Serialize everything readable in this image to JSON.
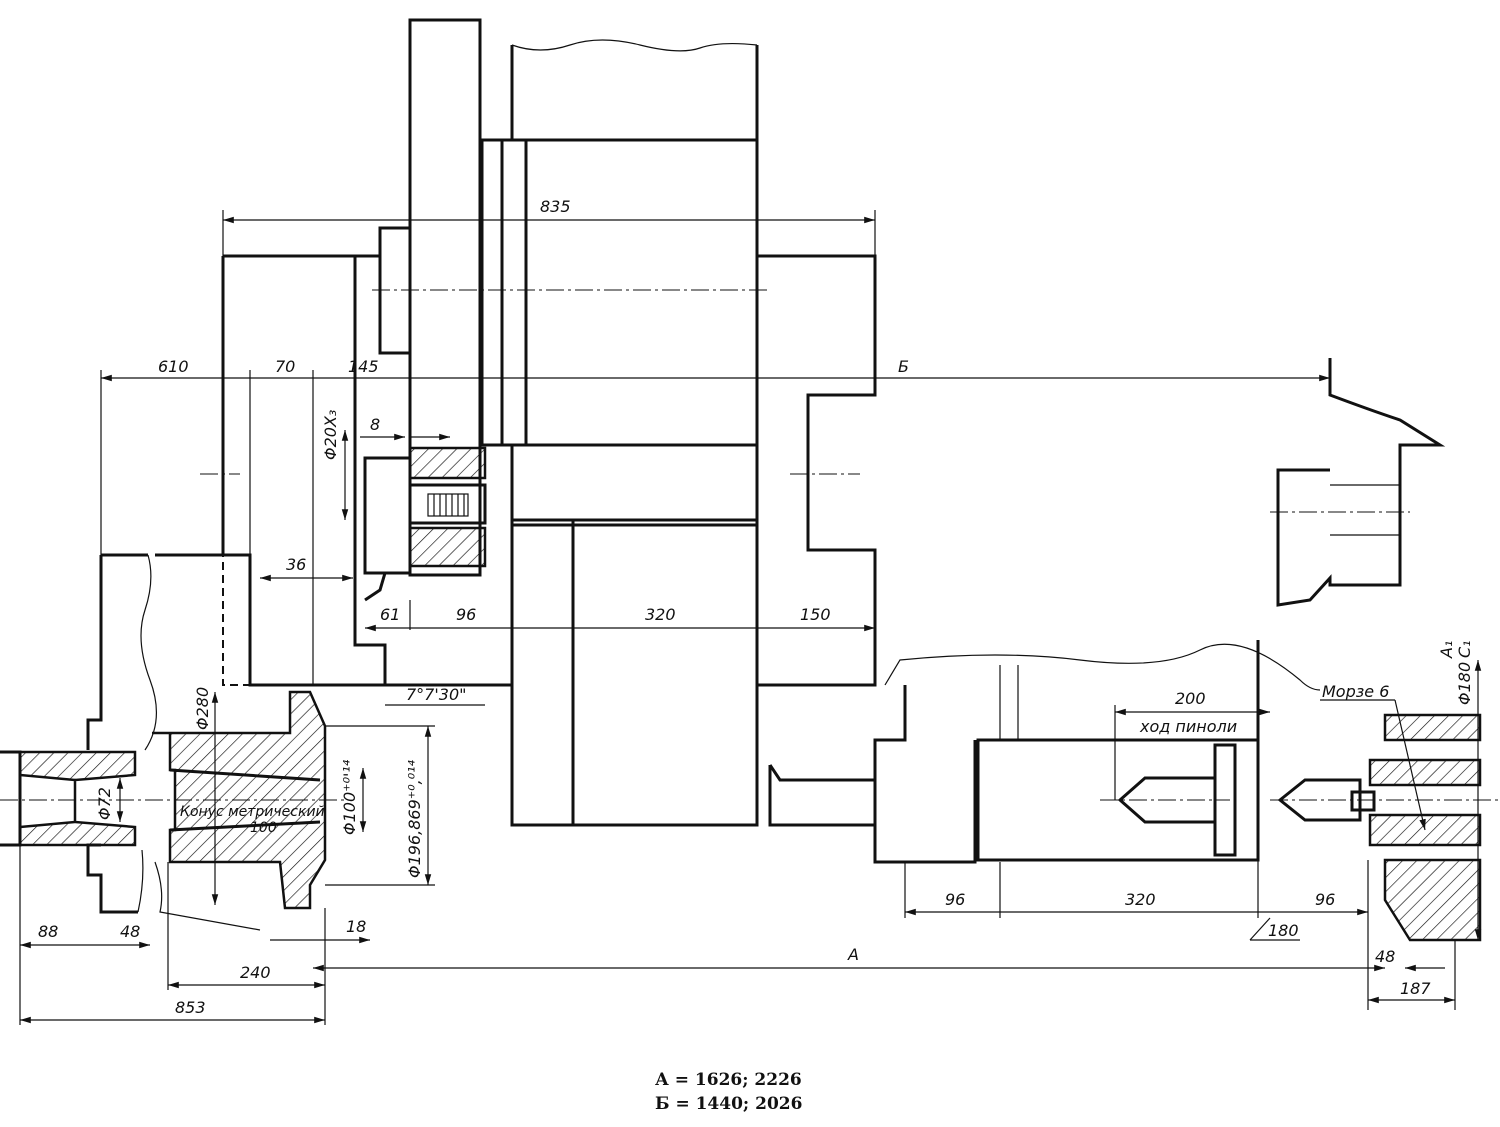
{
  "dimensions": {
    "d835": "835",
    "d610": "610",
    "d70": "70",
    "d145": "145",
    "dB": "Б",
    "d8": "8",
    "d20": "Φ20X₃",
    "d36": "36",
    "d61": "61",
    "d96a": "96",
    "d320a": "320",
    "d150": "150",
    "d280": "Φ280",
    "d72": "Φ72",
    "dAngle": "7°7'30\"",
    "d100": "Φ100⁺⁰'¹⁴",
    "d196": "Φ196,869⁺⁰,⁰¹⁴",
    "d88": "88",
    "d48a": "48",
    "d18": "18",
    "d240": "240",
    "d853": "853",
    "dA": "A",
    "d96b": "96",
    "d320b": "320",
    "d96c": "96",
    "d180": "180",
    "d48b": "48",
    "d187": "187",
    "d200": "200",
    "dPhi180": "Φ180",
    "dA1": "A₁",
    "dC1": "C₁"
  },
  "labels": {
    "cone": "Конус метрический",
    "cone_num": "100",
    "quill": "ход пиноли",
    "morse": "Морзе 6"
  },
  "legend": {
    "line_a": "А = 1626;  2226",
    "line_b": "Б = 1440;  2026"
  }
}
